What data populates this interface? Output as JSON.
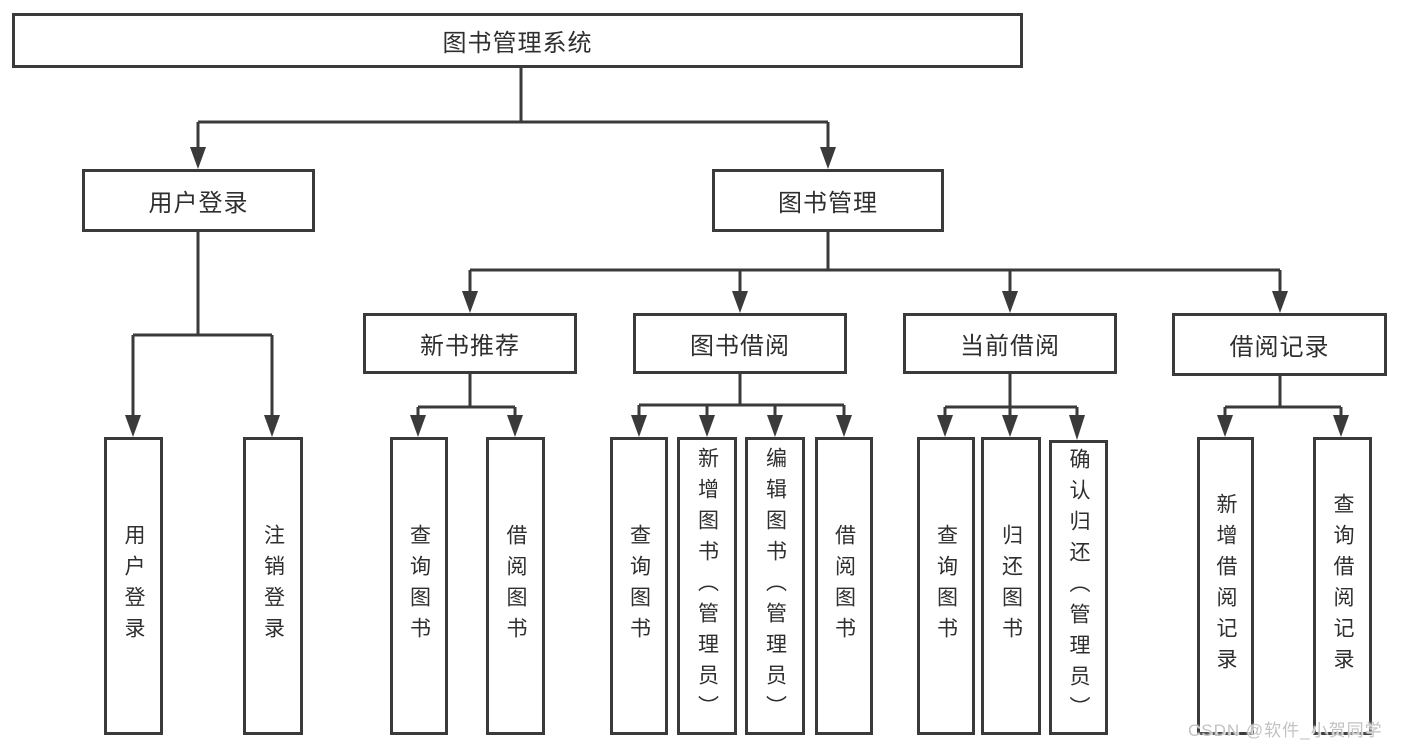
{
  "diagram": {
    "root": {
      "label": "图书管理系统"
    },
    "level2": [
      {
        "label": "用户登录"
      },
      {
        "label": "图书管理"
      }
    ],
    "level3": [
      {
        "label": "新书推荐",
        "parent": "图书管理"
      },
      {
        "label": "图书借阅",
        "parent": "图书管理"
      },
      {
        "label": "当前借阅",
        "parent": "图书管理"
      },
      {
        "label": "借阅记录",
        "parent": "图书管理"
      }
    ],
    "leaves": [
      {
        "label": "用户登录",
        "parent": "用户登录"
      },
      {
        "label": "注销登录",
        "parent": "用户登录"
      },
      {
        "label": "查询图书",
        "parent": "新书推荐"
      },
      {
        "label": "借阅图书",
        "parent": "新书推荐"
      },
      {
        "label": "查询图书",
        "parent": "图书借阅"
      },
      {
        "label": "新增图书（管理员）",
        "parent": "图书借阅"
      },
      {
        "label": "编辑图书（管理员）",
        "parent": "图书借阅"
      },
      {
        "label": "借阅图书",
        "parent": "图书借阅"
      },
      {
        "label": "查询图书",
        "parent": "当前借阅"
      },
      {
        "label": "归还图书",
        "parent": "当前借阅"
      },
      {
        "label": "确认归还（管理员）",
        "parent": "当前借阅"
      },
      {
        "label": "新增借阅记录",
        "parent": "借阅记录"
      },
      {
        "label": "查询借阅记录",
        "parent": "借阅记录"
      }
    ]
  },
  "watermark": {
    "text": "CSDN @软件_小贺同学"
  },
  "colors": {
    "line": "#3a3a3a",
    "text": "#2f2f2f",
    "background": "#ffffff",
    "watermark": "#c2c2c2"
  }
}
